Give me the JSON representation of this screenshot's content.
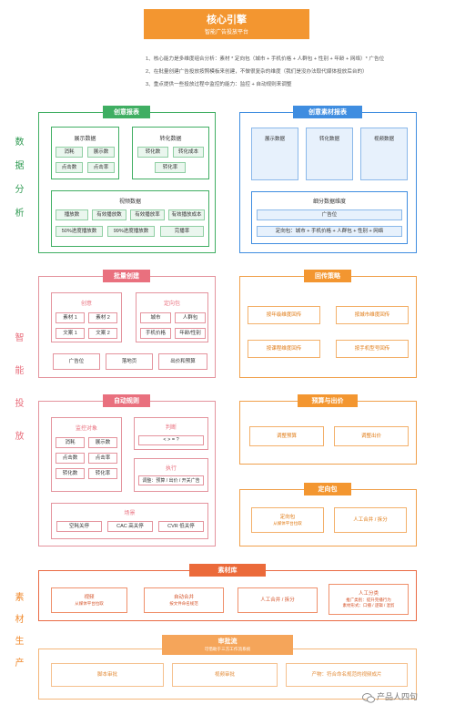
{
  "header": {
    "title": "核心引擎",
    "subtitle": "智能广告投放平台"
  },
  "intro": [
    "1、核心能力是多维度组合分析：素材 * 定向包（城市 + 手机价格 + 人群包 + 性别 + 年龄 + 网络）* 广告位",
    "2、在批量创建广告投放按照模板来创建，不做很复杂的维度（我们是没办法取代媒体投放后台的）",
    "3、重点提供一些投放过程中监控的能力：监控 + 自动规则来调整"
  ],
  "side": {
    "analysis": "数据分析",
    "delivery": "智能投放",
    "material": "素材生产"
  },
  "creative_report": {
    "title": "创意报表",
    "display": {
      "title": "展示数据",
      "items": [
        "消耗",
        "展示数",
        "点击数",
        "点击率"
      ]
    },
    "conversion": {
      "title": "转化数据",
      "items": [
        "转化数",
        "转化成本",
        "转化率"
      ]
    },
    "video": {
      "title": "视频数据",
      "items": [
        "播放数",
        "有效播放数",
        "有效播放率",
        "有效播放成本",
        "50%进度播放数",
        "99%进度播放数",
        "完播率"
      ]
    }
  },
  "material_report": {
    "title": "创意素材报表",
    "cols": [
      "展示数据",
      "转化数据",
      "视频数据"
    ],
    "dim_title": "细分数据维度",
    "dims": [
      "广告位",
      "定向包：城市 + 手机价格 + 人群包 + 性别 + 网络"
    ]
  },
  "batch_create": {
    "title": "批量创建",
    "creative": {
      "title": "创意",
      "items": [
        "素材 1",
        "素材 2",
        "文案 1",
        "文案 2"
      ]
    },
    "targeting": {
      "title": "定向包",
      "items": [
        "城市",
        "人群包",
        "手机价格",
        "年龄/性别"
      ]
    },
    "bottom": [
      "广告位",
      "落地页",
      "出价和预算"
    ]
  },
  "callback": {
    "title": "回传策略",
    "items": [
      "按年级维度回传",
      "按城市维度回传",
      "按课程维度回传",
      "按手机型号回传"
    ]
  },
  "auto_rules": {
    "title": "自动规则",
    "monitor": {
      "title": "监控对象",
      "items": [
        "消耗",
        "展示数",
        "点击数",
        "点击率",
        "转化数",
        "转化率"
      ]
    },
    "judge": {
      "title": "判断",
      "expr": "< > = ?"
    },
    "execute": {
      "title": "执行",
      "expr": "调整：预算 / 出价 / 开关广告"
    },
    "scene": {
      "title": "场景",
      "items": [
        "空耗关停",
        "CAC 高关停",
        "CVR 低关停"
      ]
    }
  },
  "budget": {
    "title": "预算与出价",
    "items": [
      "调整预算",
      "调整出价"
    ]
  },
  "targeting_pkg": {
    "title": "定向包",
    "items": [
      {
        "label": "定向包",
        "sub": "从媒体平台拉取"
      },
      {
        "label": "人工合并 / 拆分",
        "sub": ""
      }
    ]
  },
  "library": {
    "title": "素材库",
    "items": [
      {
        "label": "视频",
        "sub": "从媒体平台拉取"
      },
      {
        "label": "自动合并",
        "sub": "按文件命名规范"
      },
      {
        "label": "人工合并 / 拆分",
        "sub": ""
      },
      {
        "label": "人工分类",
        "sub": "推广类别：提升完播行为\n素材形式：口播 / 逻辑 / 混剪"
      }
    ]
  },
  "approval": {
    "title": "审批流",
    "subtitle": "可借助于三方工作流系统",
    "items": [
      "脚本审批",
      "视频审批",
      "产物：符合命名规范的视频成片"
    ]
  },
  "watermark": "产品人四句"
}
